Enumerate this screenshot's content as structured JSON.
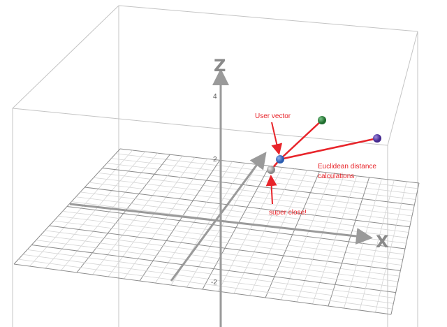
{
  "axes": {
    "x_label": "X",
    "z_label": "Z",
    "z_ticks": [
      "4",
      "2",
      "-2"
    ]
  },
  "points": [
    {
      "name": "user-vector",
      "color": "#3a6fc4"
    },
    {
      "name": "close-point",
      "color": "#a8a8a8"
    },
    {
      "name": "green-point",
      "color": "#2e8b3e"
    },
    {
      "name": "purple-point",
      "color": "#5a3fa8"
    }
  ],
  "annotations": {
    "user_vector": "User vector",
    "euclidean_line1": "Euclidean distance",
    "euclidean_line2": "calculations",
    "super_close": "super close!"
  },
  "colors": {
    "annotation": "#e8242a",
    "axis": "#9a9a9a",
    "grid": "#cfcfcf"
  }
}
